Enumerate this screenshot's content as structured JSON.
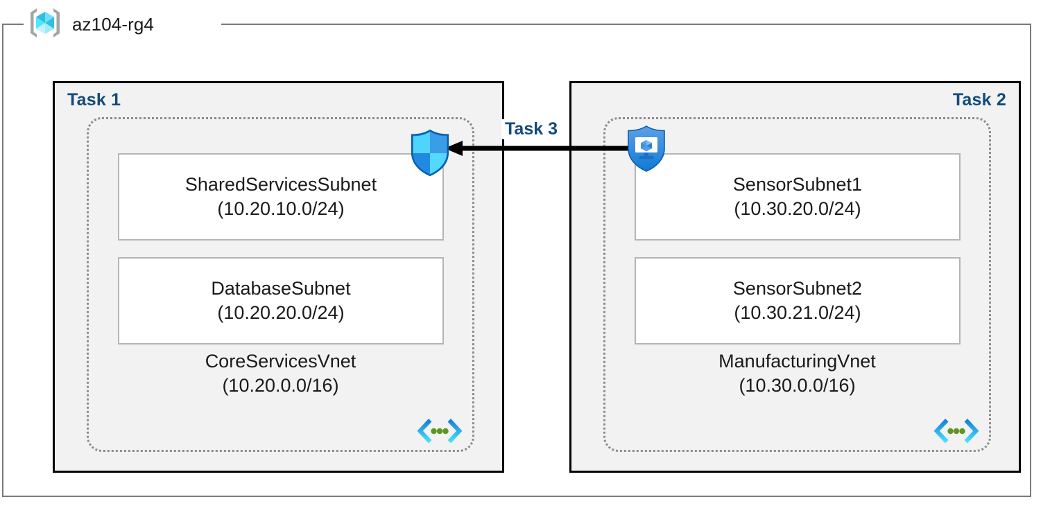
{
  "resource_group": {
    "name": "az104-rg4",
    "icon": "azure-resource-group-icon"
  },
  "colors": {
    "task_label": "#134a7c",
    "panel_fill": "#f2f2f2",
    "panel_border": "#000000",
    "vnet_border": "#8c8c8c",
    "subnet_border": "#b5b5b5",
    "frame_border": "#7a7a7a",
    "arrow": "#000000",
    "cube_cyan": "#50e6ff",
    "shield_blue": "#0078d4",
    "vnet_glyph_green": "#5e9624"
  },
  "panels": [
    {
      "task_label": "Task 1",
      "label_align": "left",
      "vnet": {
        "name": "CoreServicesVnet",
        "cidr": "(10.20.0.0/16)",
        "glyph": "vnet-icon",
        "subnets": [
          {
            "name": "SharedServicesSubnet",
            "cidr": "(10.20.10.0/24)"
          },
          {
            "name": "DatabaseSubnet",
            "cidr": "(10.20.20.0/24)"
          }
        ]
      }
    },
    {
      "task_label": "Task 2",
      "label_align": "right",
      "vnet": {
        "name": "ManufacturingVnet",
        "cidr": "(10.30.0.0/16)",
        "glyph": "vnet-icon",
        "subnets": [
          {
            "name": "SensorSubnet1",
            "cidr": "(10.30.20.0/24)"
          },
          {
            "name": "SensorSubnet2",
            "cidr": "(10.30.21.0/24)"
          }
        ]
      }
    }
  ],
  "icons": {
    "firewall_shield": "shield-icon",
    "nsg_shield": "network-security-group-icon"
  },
  "connector": {
    "task_label": "Task 3",
    "direction": "right-to-left",
    "arrow_head": "left"
  }
}
